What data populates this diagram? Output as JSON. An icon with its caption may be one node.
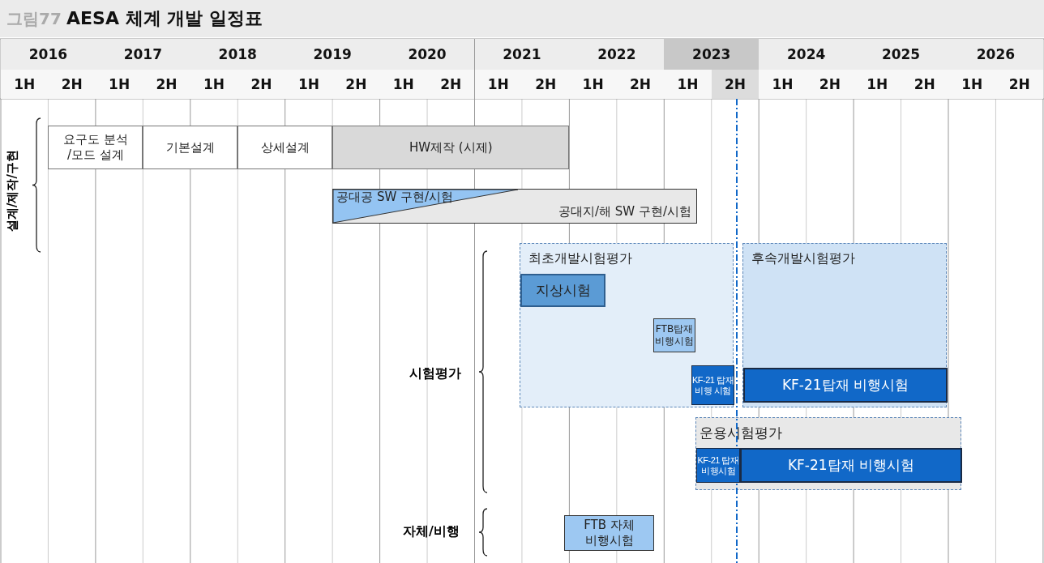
{
  "diagram": {
    "title": "AESA 체계 개발 일정표",
    "nodes": [
      {
        "text": [
          "요구도 분석 /모드 설계"
        ]
      },
      {
        "text": [
          "기본설계"
        ]
      },
      {
        "text": [
          "상세설계"
        ]
      },
      {
        "text": [
          "HW제작 (시제)"
        ]
      },
      {
        "text": [
          "공대공 SW 구현/시험",
          "공대지/해 SW 구현/시험"
        ]
      },
      {
        "text": [
          "최초개발시험평가"
        ]
      },
      {
        "text": [
          "지상시험"
        ],
        "in": 5
      },
      {
        "text": [
          "FTB탑재 비행시험"
        ],
        "in": 5
      },
      {
        "text": [
          "KF-21 탑재 비행 시험"
        ],
        "in": 5
      },
      {
        "text": [
          "후속개발시험평가"
        ]
      },
      {
        "text": [
          "KF-21탑재 비행시험"
        ],
        "in": 9
      },
      {
        "text": [
          "운용시험평가"
        ]
      },
      {
        "text": [
          "KF-21 탑재 비행시험"
        ],
        "in": 11
      },
      {
        "text": [
          "KF-21탑재 비행시험"
        ],
        "in": 11
      },
      {
        "text": [
          "FTB 자체 비행시험"
        ]
      }
    ],
    "edges": [],
    "labels": [
      "그림77",
      "2016",
      "2017",
      "2018",
      "2019",
      "2020",
      "2021",
      "2022",
      "2023",
      "2024",
      "2025",
      "2026",
      "1H",
      "2H",
      "1H",
      "2H",
      "1H",
      "2H",
      "1H",
      "2H",
      "1H",
      "2H",
      "1H",
      "2H",
      "1H",
      "2H",
      "1H",
      "2H",
      "1H",
      "2H",
      "1H",
      "2H",
      "1H",
      "2H",
      "설계/제작/구현",
      "시험평가",
      "자체/비행"
    ]
  }
}
